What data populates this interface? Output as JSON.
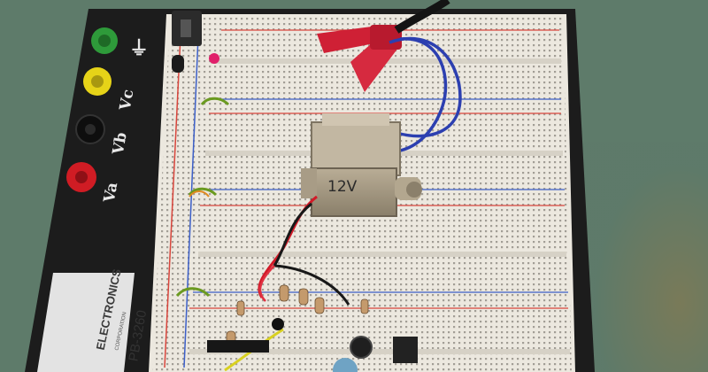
{
  "board": {
    "terminals": [
      {
        "label": "⏚",
        "color": "#2e9a3a"
      },
      {
        "label": "Vc",
        "color": "#e6d318"
      },
      {
        "label": "Vb",
        "color": "#1a1a1a"
      },
      {
        "label": "Va",
        "color": "#d01c24"
      }
    ],
    "brand_text": "ELECTRONICS",
    "brand_sub": "CORPORATION",
    "model": "PB-3260"
  },
  "transformer": {
    "handwritten_label": "12V"
  },
  "colors": {
    "workbench": "#5d7a69",
    "board_frame": "#1c1c1c",
    "breadboard": "#ece8df",
    "rail_red": "#d8453c",
    "rail_blue": "#3c5fc8",
    "wire_blue": "#2c3fb0"
  }
}
